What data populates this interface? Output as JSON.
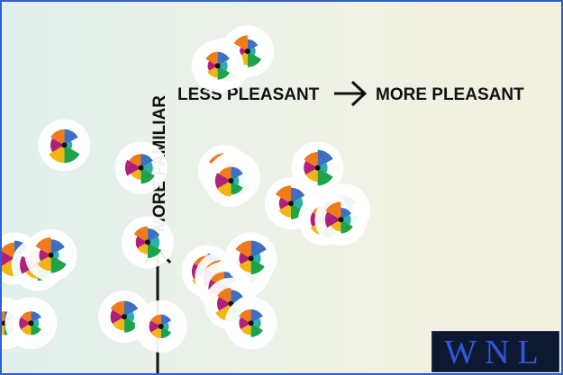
{
  "chart_data": {
    "type": "scatter",
    "x_axis_label_low": "LESS PLEASANT",
    "x_axis_label_high": "MORE PLEASANT",
    "y_axis_label": "MORE FAMILIAR",
    "grid": false,
    "legend": "none",
    "segment_colors": [
      "#3e6fc0",
      "#2bb0a9",
      "#1ea34b",
      "#f2b516",
      "#b0207a",
      "#ef7b1a"
    ],
    "points": [
      {
        "x": 1.0,
        "y": 9.6,
        "wedges": [
          0.9,
          0.3,
          0.9,
          0.8,
          0.2,
          0.9
        ]
      },
      {
        "x": 1.35,
        "y": 10.0,
        "wedges": [
          0.6,
          0.4,
          0.8,
          0.7,
          0.4,
          0.8
        ]
      },
      {
        "x": 0.9,
        "y": 9.55,
        "wedges": [
          0.7,
          0.5,
          0.7,
          0.6,
          0.5,
          0.7
        ]
      },
      {
        "x": -1.4,
        "y": 7.1,
        "wedges": [
          0.8,
          0.4,
          0.9,
          0.9,
          0.7,
          0.8
        ]
      },
      {
        "x": -0.25,
        "y": 6.4,
        "wedges": [
          0.7,
          0.6,
          0.8,
          0.6,
          0.8,
          0.7
        ]
      },
      {
        "x": 1.0,
        "y": 6.3,
        "wedges": [
          0.8,
          0.5,
          0.8,
          0.8,
          0.7,
          0.9
        ]
      },
      {
        "x": 1.15,
        "y": 6.1,
        "wedges": [
          0.6,
          0.5,
          0.9,
          0.7,
          0.6,
          0.8
        ]
      },
      {
        "x": 1.1,
        "y": 6.0,
        "wedges": [
          0.7,
          0.4,
          0.7,
          0.8,
          0.8,
          0.7
        ]
      },
      {
        "x": 2.4,
        "y": 6.4,
        "wedges": [
          0.9,
          0.5,
          0.9,
          0.7,
          0.7,
          0.8
        ]
      },
      {
        "x": 2.0,
        "y": 5.3,
        "wedges": [
          0.8,
          0.6,
          0.8,
          0.7,
          0.6,
          0.9
        ]
      },
      {
        "x": 2.8,
        "y": 5.1,
        "wedges": [
          0.7,
          0.5,
          0.8,
          0.8,
          0.5,
          0.8
        ]
      },
      {
        "x": 2.5,
        "y": 4.8,
        "wedges": [
          0.9,
          0.4,
          0.9,
          0.8,
          0.7,
          0.7
        ]
      },
      {
        "x": 2.75,
        "y": 4.8,
        "wedges": [
          0.6,
          0.5,
          0.7,
          0.6,
          0.8,
          0.9
        ]
      },
      {
        "x": -4.5,
        "y": 3.5,
        "wedges": [
          0.8,
          0.3,
          0.9,
          0.8,
          0.9,
          0.8
        ]
      },
      {
        "x": -2.15,
        "y": 3.6,
        "wedges": [
          0.9,
          0.4,
          0.9,
          0.9,
          0.8,
          0.8
        ]
      },
      {
        "x": -1.8,
        "y": 3.4,
        "wedges": [
          0.7,
          0.5,
          0.8,
          0.7,
          0.9,
          0.7
        ]
      },
      {
        "x": -1.6,
        "y": 3.7,
        "wedges": [
          0.8,
          0.4,
          0.9,
          0.8,
          0.6,
          0.9
        ]
      },
      {
        "x": -0.15,
        "y": 4.1,
        "wedges": [
          0.7,
          0.6,
          0.8,
          0.6,
          0.6,
          0.8
        ]
      },
      {
        "x": 0.75,
        "y": 3.2,
        "wedges": [
          0.9,
          0.5,
          0.8,
          0.9,
          0.8,
          0.8
        ]
      },
      {
        "x": 0.95,
        "y": 3.0,
        "wedges": [
          0.8,
          0.4,
          0.9,
          0.7,
          0.9,
          0.9
        ]
      },
      {
        "x": 1.3,
        "y": 3.2,
        "wedges": [
          0.7,
          0.5,
          0.7,
          0.8,
          0.7,
          0.7
        ]
      },
      {
        "x": 1.0,
        "y": 2.7,
        "wedges": [
          0.8,
          0.4,
          0.9,
          0.8,
          0.8,
          0.8
        ]
      },
      {
        "x": 1.4,
        "y": 3.6,
        "wedges": [
          0.9,
          0.5,
          0.8,
          0.7,
          0.6,
          0.9
        ]
      },
      {
        "x": 1.1,
        "y": 2.2,
        "wedges": [
          0.7,
          0.4,
          0.9,
          0.9,
          0.7,
          0.8
        ]
      },
      {
        "x": -2.3,
        "y": 1.6,
        "wedges": [
          0.6,
          0.4,
          0.6,
          0.6,
          0.6,
          0.6
        ]
      },
      {
        "x": -1.9,
        "y": 1.6,
        "wedges": [
          0.6,
          0.4,
          0.6,
          0.6,
          0.6,
          0.6
        ]
      },
      {
        "x": -0.5,
        "y": 1.8,
        "wedges": [
          0.8,
          0.5,
          0.8,
          0.7,
          0.7,
          0.8
        ]
      },
      {
        "x": 1.4,
        "y": 1.6,
        "wedges": [
          0.7,
          0.5,
          0.7,
          0.6,
          0.6,
          0.7
        ]
      },
      {
        "x": 0.05,
        "y": 1.5,
        "wedges": [
          0.6,
          0.4,
          0.6,
          0.6,
          0.6,
          0.6
        ]
      }
    ]
  },
  "watermark": "WNL"
}
